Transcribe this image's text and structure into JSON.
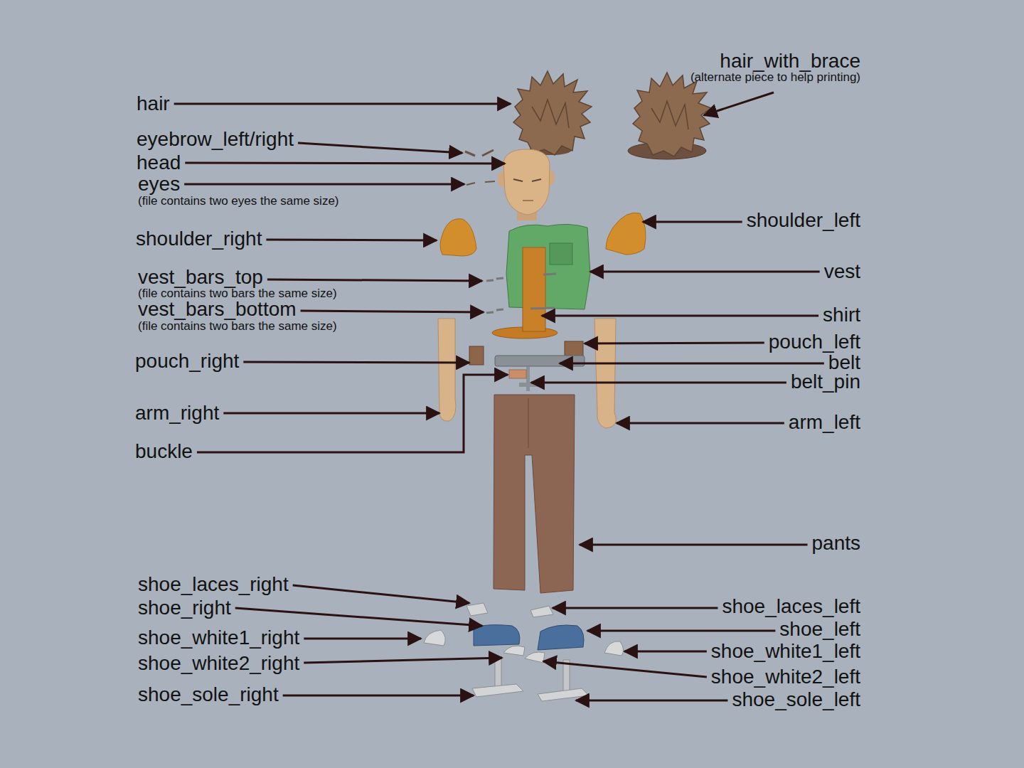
{
  "diagram": {
    "labels": [
      "hair_with_brace",
      "(alternate piece to help printing)",
      "hair",
      "eyebrow_left/right",
      "head",
      "eyes",
      "(file contains two eyes the same size)",
      "shoulder_left",
      "shoulder_right",
      "vest",
      "vest_bars_top",
      "(file contains two bars the same size)",
      "vest_bars_bottom",
      "shirt",
      "(file contains two bars the same size)",
      "pouch_left",
      "pouch_right",
      "belt",
      "belt_pin",
      "arm_right",
      "arm_left",
      "buckle",
      "pants",
      "shoe_laces_right",
      "shoe_laces_left",
      "shoe_right",
      "shoe_left",
      "shoe_white1_right",
      "shoe_white1_left",
      "shoe_white2_right",
      "shoe_white2_left",
      "shoe_sole_right",
      "shoe_sole_left"
    ]
  }
}
